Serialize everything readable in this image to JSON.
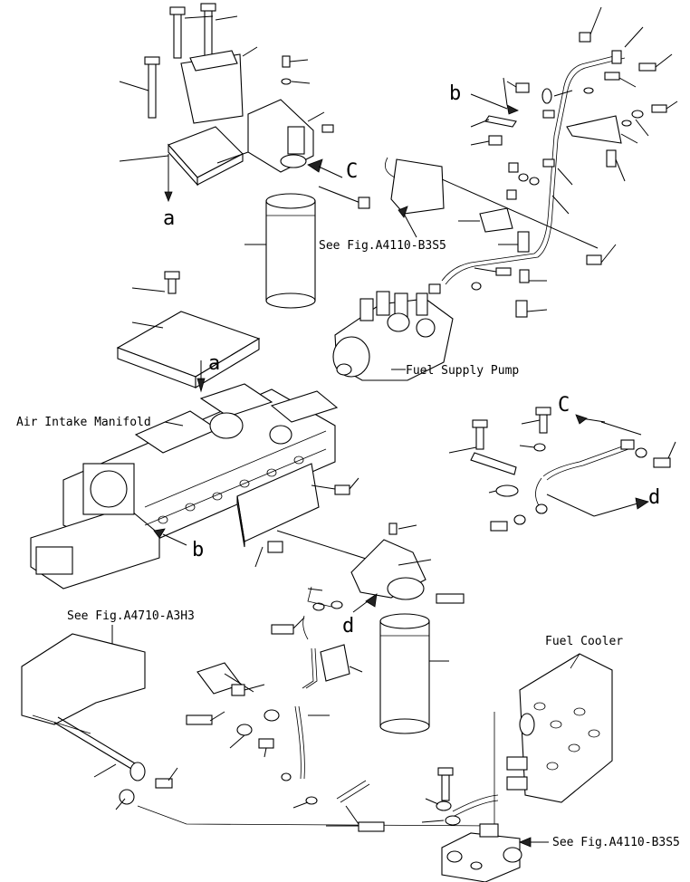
{
  "labels": {
    "fuel_supply_pump": "Fuel Supply Pump",
    "air_intake_manifold": "Air Intake Manifold",
    "fuel_cooler": "Fuel Cooler",
    "see_fig_b3s5_top": "See Fig.A4110-B3S5",
    "see_fig_a3h3": "See Fig.A4710-A3H3",
    "see_fig_b3s5_bottom": "See Fig.A4110-B3S5"
  },
  "markers": {
    "a_top": "a",
    "a_mid": "a",
    "b_top": "b",
    "b_mid": "b",
    "c_top": "C",
    "c_mid": "C",
    "d_mid": "d",
    "d_low": "d"
  }
}
